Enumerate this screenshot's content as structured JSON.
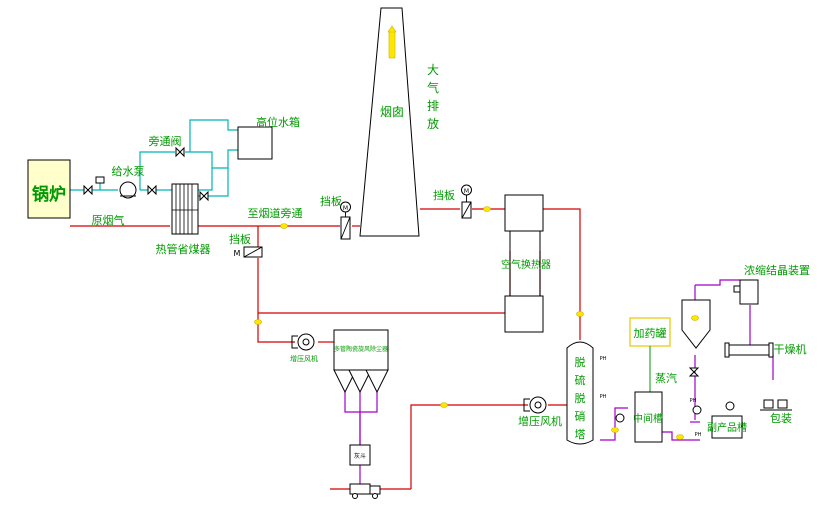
{
  "labels": {
    "boiler": "锅炉",
    "feed_pump": "给水泵",
    "bypass_valve": "旁通阀",
    "high_water_tank": "高位水箱",
    "raw_flue_gas": "原烟气",
    "heat_pipe_economizer": "热管省煤器",
    "to_flue_bypass": "至烟道旁通",
    "damper_1": "挡板",
    "damper_2": "挡板",
    "damper_3": "挡板",
    "chimney": "烟囱",
    "atmosphere_discharge": "大气排放",
    "air_heat_exchanger": "空气换热器",
    "booster_fan_1": "增压风机",
    "dust_collector": "多管陶瓷旋风除尘器",
    "ash_hopper": "灰斗",
    "booster_fan_2": "增压风机",
    "desulfurization_tower": "脱硫脱硝塔",
    "dosing_tank": "加药罐",
    "steam": "蒸汽",
    "intermediate_tank": "中间槽",
    "byproduct_tank": "副产品槽",
    "evaporative_crystallizer": "浓缩结晶装置",
    "dryer": "干燥机",
    "packaging": "包装",
    "motor_symbol": "M",
    "motor_tag": "M",
    "pump_tags": [
      "PH",
      "PH",
      "PH",
      "PH"
    ]
  },
  "colors": {
    "flue_gas_line": "#d40000",
    "water_line": "#00b4b4",
    "ash_line": "#a000c8",
    "label_text": "#009a00",
    "junction_marker": "#ffe600",
    "boiler_fill": "#ffffcc"
  }
}
